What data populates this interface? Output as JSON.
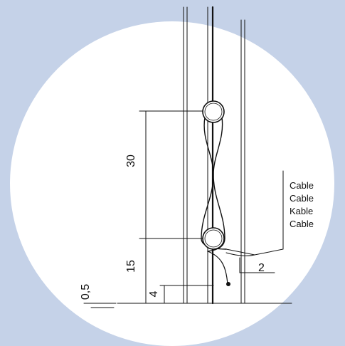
{
  "colors": {
    "background": "#c5d2e8",
    "circle": "#ffffff",
    "ink": "#111111"
  },
  "dimensions": {
    "upper": "30",
    "lower": "15",
    "bottom_gap": "4",
    "floor_gap": "0,5",
    "cable_offset": "2"
  },
  "cable_labels": [
    "Cable",
    "Cable",
    "Kable",
    "Cable"
  ]
}
